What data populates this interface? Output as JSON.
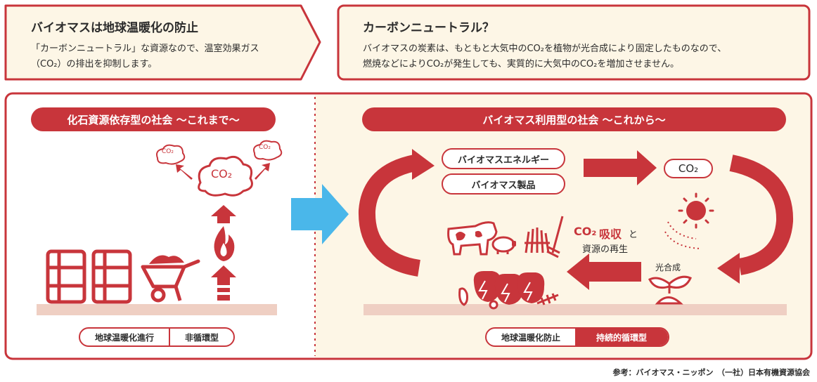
{
  "left_note": {
    "title": "バイオマスは地球温暖化の防止",
    "line1": "「カーボンニュートラル」な資源なので、温室効果ガス",
    "line2": "（CO₂）の排出を抑制します。"
  },
  "right_note": {
    "title": "カーボンニュートラル？",
    "line1": "バイオマスの炭素は、もともと大気中のCO₂を植物が光合成により固定したものなので、",
    "line2": "燃焼などによりCO₂が発生しても、実質的に大気中のCO₂を増加させません。"
  },
  "fossil": {
    "header": "化石資源依存型の社会 〜これまで〜",
    "co2_big": "CO₂",
    "co2_small": "CO₂",
    "tag_left": "地球温暖化進行",
    "tag_right": "非循環型"
  },
  "biomass": {
    "header": "バイオマス利用型の社会 〜これから〜",
    "energy": "バイオマスエネルギー",
    "products": "バイオマス製品",
    "co2_bubble": "CO₂",
    "absorb_co2": "CO₂",
    "absorb_word": "吸収",
    "absorb_to": "と",
    "regen": "資源の再生",
    "photosynthesis": "光合成",
    "tag_left": "地球温暖化防止",
    "tag_right": "持続的循環型"
  },
  "source": "参考：バイオマス・ニッポン　（一社）日本有機資源協会",
  "colors": {
    "accent": "#c8353b",
    "cream": "#fdf6e6",
    "ground": "#efcfc3",
    "arrow_blue": "#4ab7ea"
  }
}
